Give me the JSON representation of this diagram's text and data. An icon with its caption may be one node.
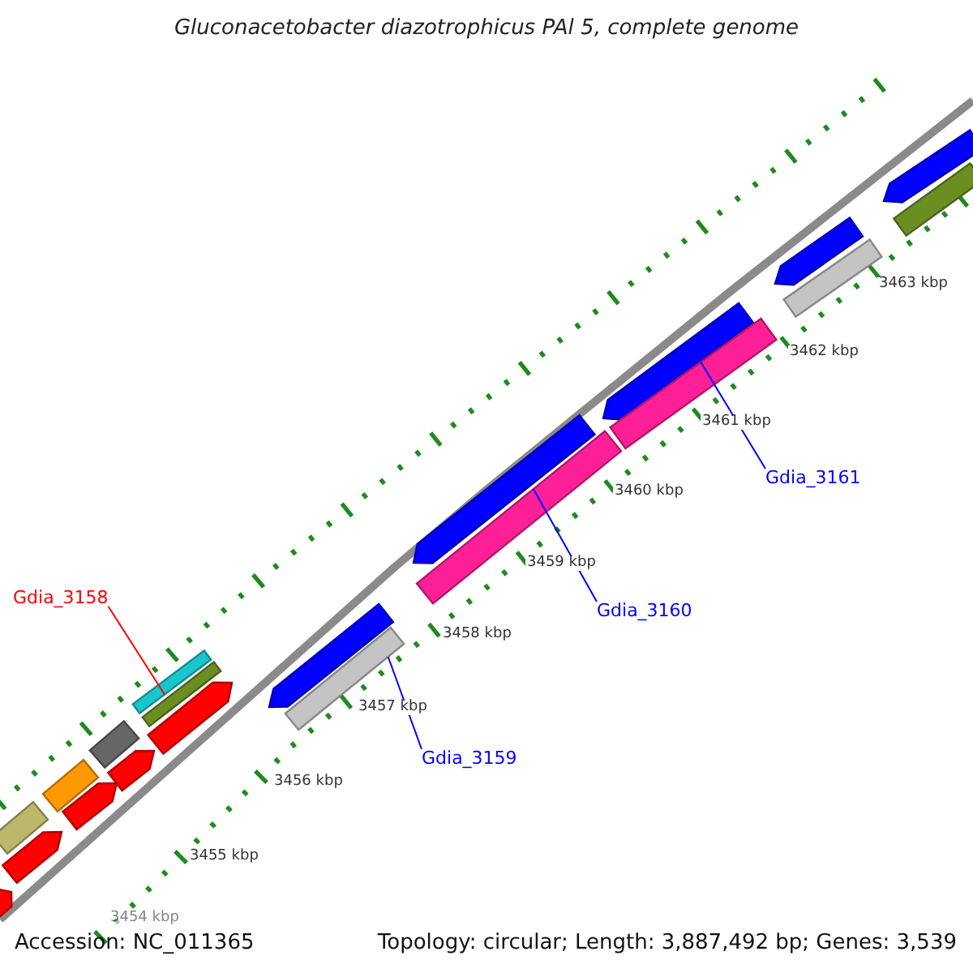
{
  "diagram": {
    "title": "Gluconacetobacter diazotrophicus PAl 5, complete genome",
    "nodes": [
      {
        "text": [
          "Gdia_3158"
        ]
      },
      {
        "text": [],
        "shape": "bar"
      },
      {
        "text": [
          "Gdia_3159"
        ]
      },
      {
        "text": [],
        "shape": "bar"
      },
      {
        "text": [
          "Gdia_3160"
        ]
      },
      {
        "text": [],
        "shape": "bar"
      },
      {
        "text": [
          "Gdia_3161"
        ]
      },
      {
        "text": [],
        "shape": "bar"
      },
      {
        "text": [],
        "shape": "arrow"
      },
      {
        "text": [],
        "shape": "bar"
      },
      {
        "text": [],
        "shape": "arrow"
      },
      {
        "text": [],
        "shape": "bar"
      },
      {
        "text": [],
        "shape": "arrow"
      },
      {
        "text": [],
        "shape": "bar"
      },
      {
        "text": [],
        "shape": "arrow"
      },
      {
        "text": [],
        "shape": "bar"
      },
      {
        "text": [],
        "shape": "arrow"
      },
      {
        "text": [],
        "shape": "arrow"
      },
      {
        "text": [],
        "shape": "arrow"
      },
      {
        "text": [],
        "shape": "arrow"
      },
      {
        "text": [],
        "shape": "arrow"
      },
      {
        "text": [],
        "shape": "bar"
      },
      {
        "text": [],
        "shape": "arrow"
      },
      {
        "text": [],
        "shape": "bar"
      }
    ],
    "edges": [
      {
        "from": 0,
        "to": 1,
        "arrow": "none",
        "color": "#ff0000"
      },
      {
        "from": 2,
        "to": 3,
        "arrow": "none"
      },
      {
        "from": 4,
        "to": 5,
        "arrow": "none"
      },
      {
        "from": 6,
        "to": 7,
        "arrow": "none"
      }
    ],
    "labels": [
      "3463 kbp",
      "3462 kbp",
      "3461 kbp",
      "3460 kbp",
      "3459 kbp",
      "3458 kbp",
      "3457 kbp",
      "3456 kbp",
      "3455 kbp",
      "3454 kbp",
      "Accession: NC_011365",
      "Topology: circular; Length: 3,887,492 bp; Genes: 3,539"
    ]
  }
}
